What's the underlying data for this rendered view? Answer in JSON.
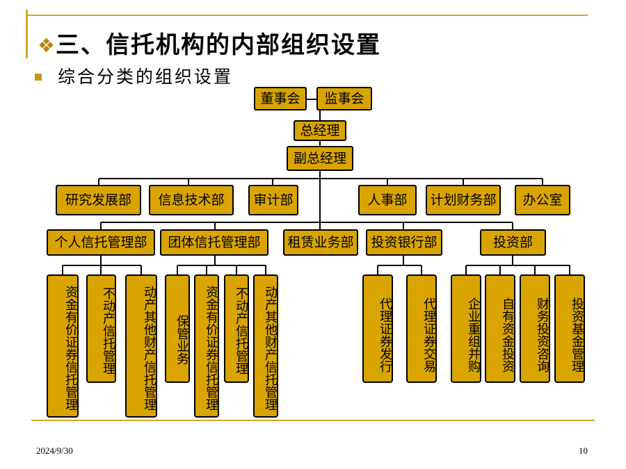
{
  "title": "三、信托机构的内部组织设置",
  "title_bullet": "❖",
  "subtitle": "综合分类的组织设置",
  "org": {
    "board": "董事会",
    "supervisors": "监事会",
    "gm": "总经理",
    "deputy_gm": "副总经理",
    "departments": [
      "研究发展部",
      "信息技术部",
      "审计部",
      "人事部",
      "计划财务部",
      "办公室"
    ],
    "business_units": [
      "个人信托管理部",
      "团体信托管理部",
      "租赁业务部",
      "投资银行部",
      "投资部"
    ],
    "personal_trust_subs": [
      "资金有价证券信托管理",
      "不动产信托管理",
      "动产其他财产信托管理"
    ],
    "group_trust_subs": [
      "保管业务",
      "资金有价证券信托管理",
      "不动产信托管理",
      "动产其他财产信托管理"
    ],
    "ib_subs": [
      "代理证券发行",
      "代理证券交易"
    ],
    "investment_subs": [
      "企业重组并购",
      "自有资金投资",
      "财务投资咨询",
      "投资基金管理"
    ]
  },
  "footer": {
    "date": "2024/9/30",
    "page": "10"
  },
  "colors": {
    "box_fill": "#d9a400",
    "accent_line": "#d4a62a"
  }
}
